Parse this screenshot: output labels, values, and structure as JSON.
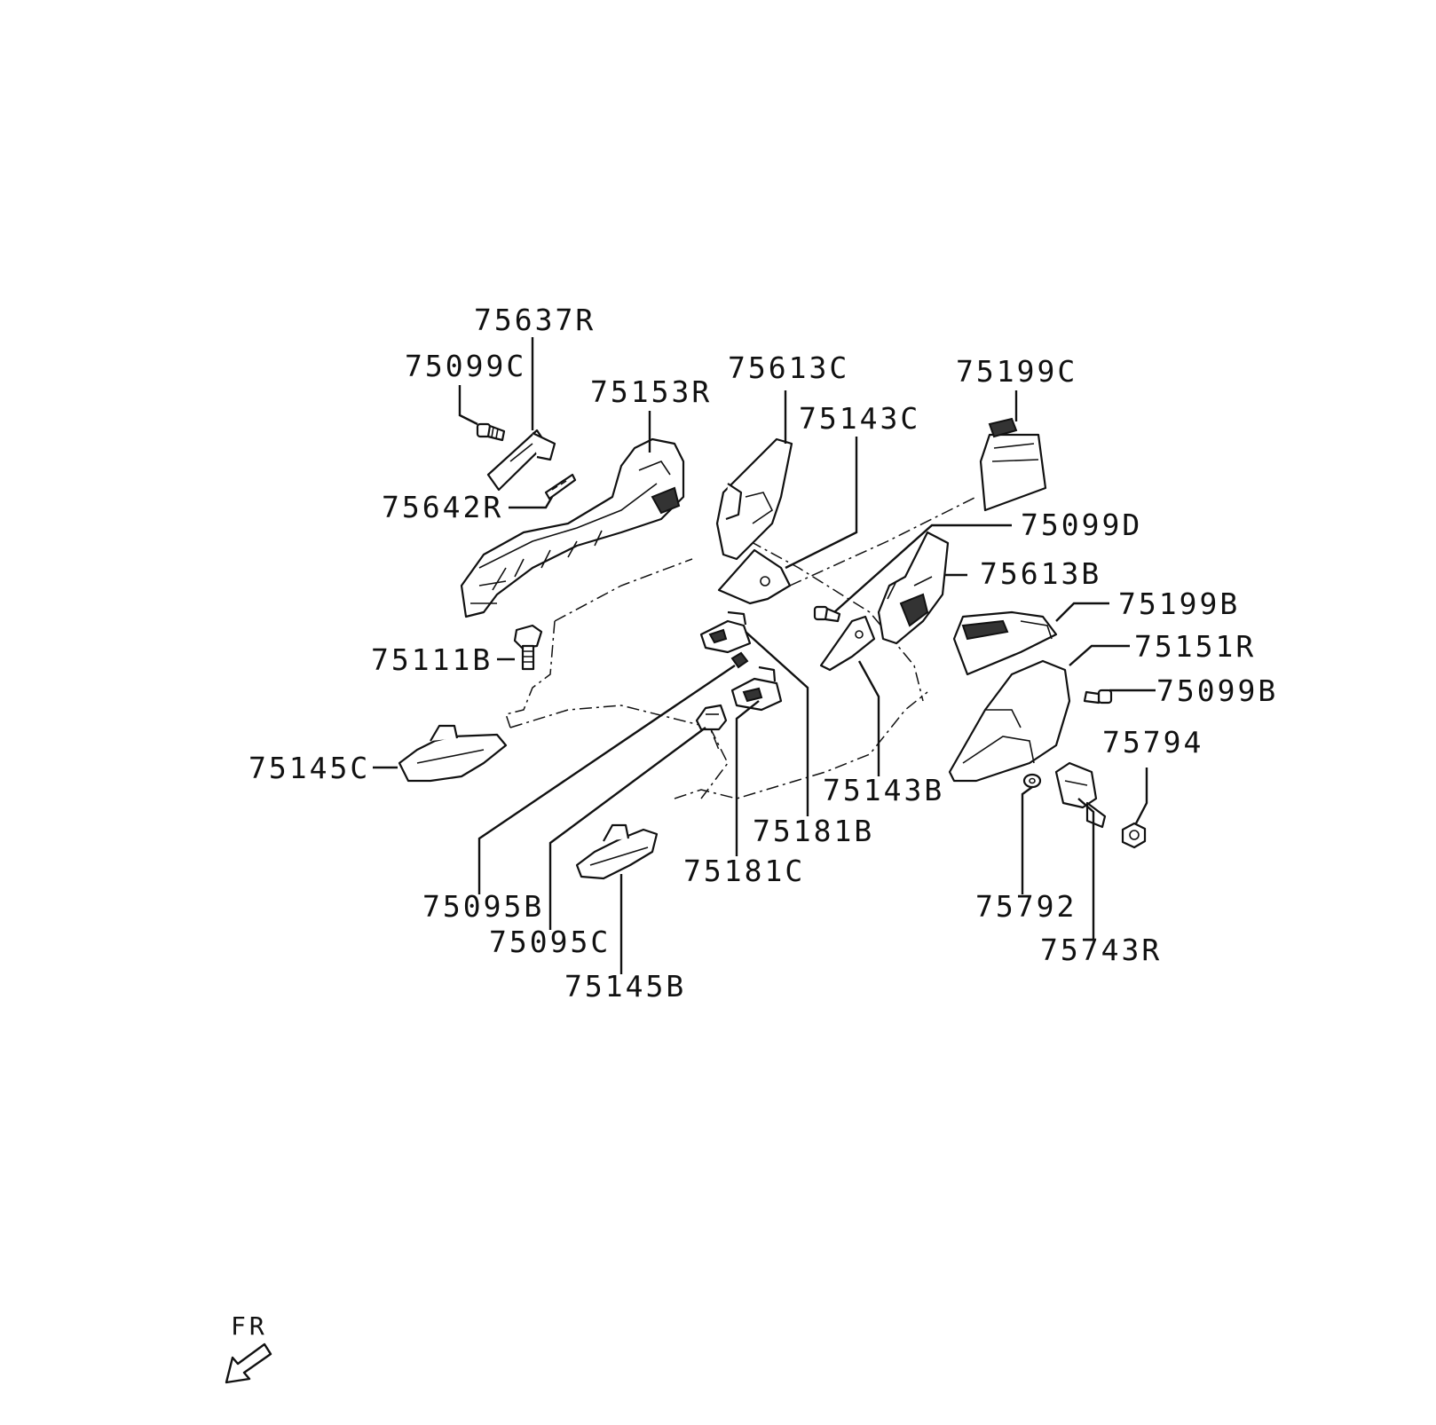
{
  "labels": {
    "l75637R": "75637R",
    "l75099C": "75099C",
    "l75153R": "75153R",
    "l75613C": "75613C",
    "l75199C": "75199C",
    "l75143C": "75143C",
    "l75642R": "75642R",
    "l75099D": "75099D",
    "l75613B": "75613B",
    "l75199B": "75199B",
    "l75151R": "75151R",
    "l75111B": "75111B",
    "l75099B": "75099B",
    "l75794": "75794",
    "l75145C": "75145C",
    "l75143B": "75143B",
    "l75181B": "75181B",
    "l75181C": "75181C",
    "l75095B": "75095B",
    "l75792": "75792",
    "l75095C": "75095C",
    "l75743R": "75743R",
    "l75145B": "75145B"
  },
  "direction_indicator": {
    "text": "FR",
    "icon": "arrow-down-left-icon"
  }
}
